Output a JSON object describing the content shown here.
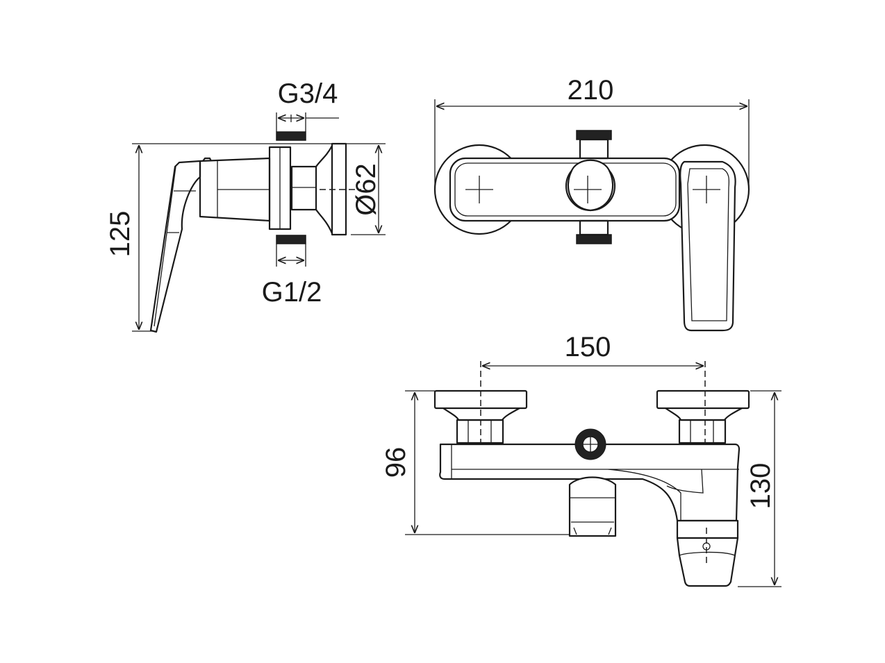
{
  "title": "Bath mixer technical drawing",
  "dimensions": {
    "height_side": "125",
    "inlet_top": "G3/4",
    "inlet_bottom": "G1/2",
    "rosette_diameter": "Ø62",
    "width_front": "210",
    "centers": "150",
    "spout_height": "96",
    "total_height": "130"
  },
  "colors": {
    "line": "#1a1a1a",
    "background": "#ffffff"
  }
}
